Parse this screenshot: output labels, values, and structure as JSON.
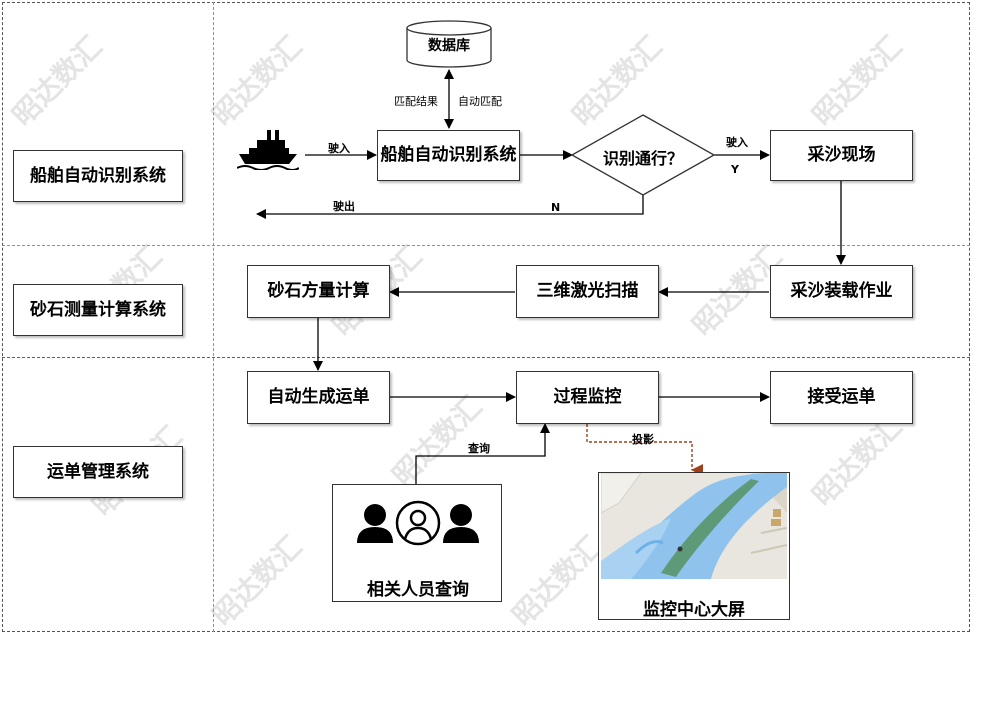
{
  "swimlanes": [
    {
      "label": "船舶自动识别系统"
    },
    {
      "label": "砂石测量计算系统"
    },
    {
      "label": "运单管理系统"
    }
  ],
  "nodes": {
    "database": "数据库",
    "ship_recognition": "船舶自动识别系统",
    "decision": "识别通行？",
    "sand_site": "采沙现场",
    "sand_loading": "采沙装载作业",
    "laser_scan": "三维激光扫描",
    "volume_calc": "砂石方量计算",
    "auto_waybill": "自动生成运单",
    "process_monitor": "过程监控",
    "accept_waybill": "接受运单",
    "personnel_query": "相关人员查询",
    "monitor_screen": "监控中心大屏"
  },
  "edge_labels": {
    "match_result": "匹配结果",
    "auto_match": "自动匹配",
    "sail_in_1": "驶入",
    "sail_in_2": "驶入",
    "yes": "Y",
    "no": "N",
    "sail_out": "驶出",
    "query": "查询",
    "projection": "投影"
  },
  "watermark": "昭达数汇",
  "colors": {
    "lane_divider_orange": "#d9822b",
    "lane_divider_red": "#c0392b",
    "projection_arrow": "#a0401a",
    "river_blue": "#8fc3ee",
    "island_green": "#5f9a78"
  }
}
